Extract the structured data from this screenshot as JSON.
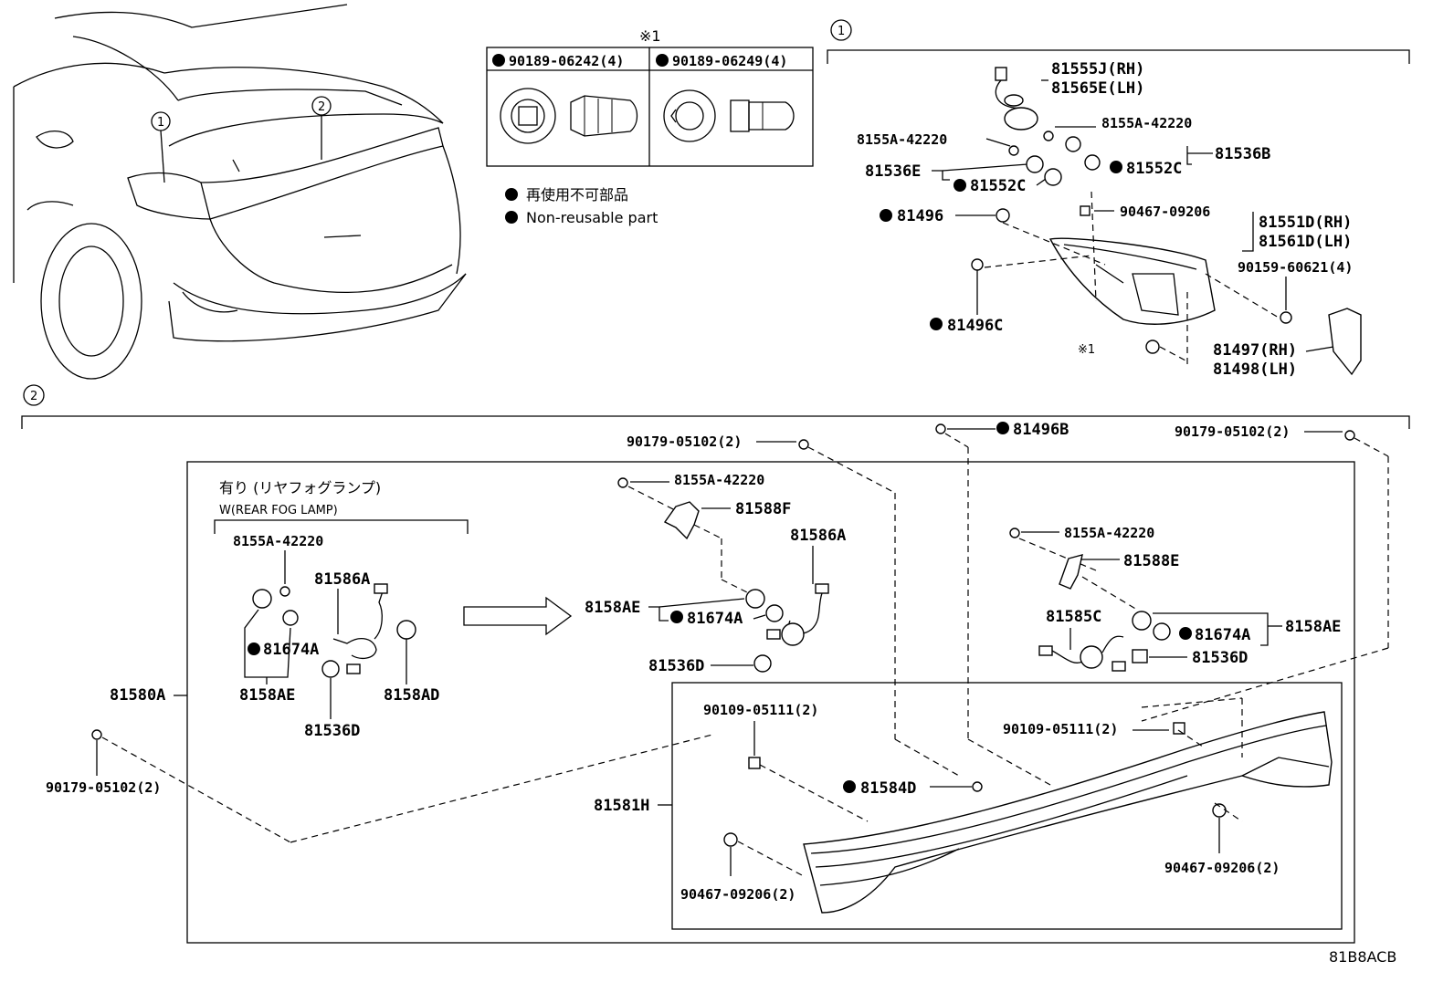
{
  "diagram_code": "81B8ACB",
  "callouts": {
    "c1": "1",
    "c2": "2"
  },
  "note_mark": "※1",
  "clips": {
    "a": "90189-06242(4)",
    "b": "90189-06249(4)"
  },
  "legend": {
    "jp": "再使用不可部品",
    "en": "Non-reusable part"
  },
  "group1": {
    "p81555J": "81555J(RH)",
    "p81565E": "81565E(LH)",
    "p8155A_r": "8155A-42220",
    "p8155A_l": "8155A-42220",
    "p81536B": "81536B",
    "p81536E": "81536E",
    "p81552C_r": "81552C",
    "p81552C_l": "81552C",
    "p81496": "81496",
    "p90467": "90467-09206",
    "p81551D": "81551D(RH)",
    "p81561D": "81561D(LH)",
    "p90159": "90159-60621(4)",
    "p81496C": "81496C",
    "p81497": "81497(RH)",
    "p81498": "81498(LH)"
  },
  "group2": {
    "p90179_top": "90179-05102(2)",
    "p81496B": "81496B",
    "p90179_right": "90179-05102(2)",
    "fog_jp": "有り (リヤフォグランプ)",
    "fog_en": "W(REAR FOG LAMP)",
    "fog_8155A": "8155A-42220",
    "fog_81586A": "81586A",
    "fog_81674A": "81674A",
    "fog_8158AE": "8158AE",
    "fog_8158AD": "8158AD",
    "fog_81536D": "81536D",
    "p81580A": "81580A",
    "p90179_left": "90179-05102(2)",
    "m_8155A": "8155A-42220",
    "m_81588F": "81588F",
    "m_81586A": "81586A",
    "m_8158AE": "8158AE",
    "m_81674A": "81674A",
    "m_81536D": "81536D",
    "r_8155A": "8155A-42220",
    "r_81588E": "81588E",
    "r_81585C": "81585C",
    "r_81674A": "81674A",
    "r_8158AE": "8158AE",
    "r_81536D": "81536D",
    "g_90109_l": "90109-05111(2)",
    "g_90109_r": "90109-05111(2)",
    "g_81584D": "81584D",
    "p81581H": "81581H",
    "g_90467_l": "90467-09206(2)",
    "g_90467_r": "90467-09206(2)"
  }
}
